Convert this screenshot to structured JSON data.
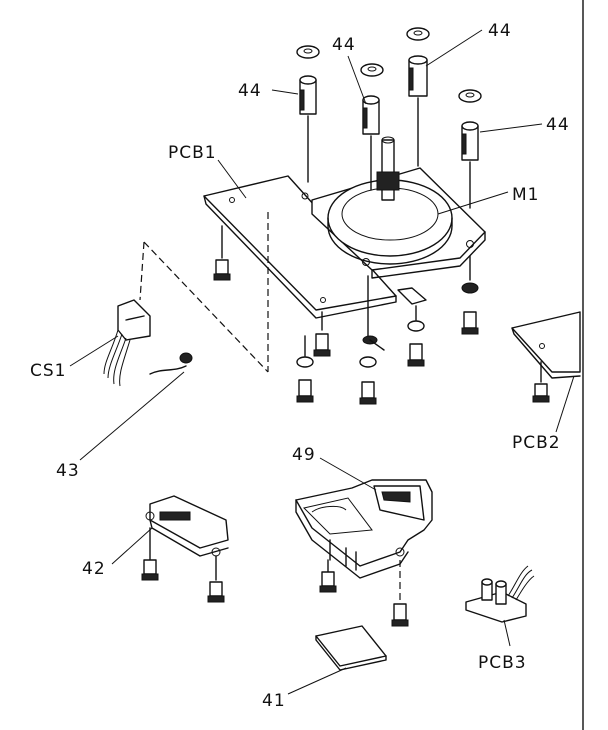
{
  "labels": {
    "pcb1": "PCB1",
    "pcb2": "PCB2",
    "pcb3": "PCB3",
    "m1": "M1",
    "cs1": "CS1",
    "p44a": "44",
    "p44b": "44",
    "p44c": "44",
    "p44d": "44",
    "p43": "43",
    "p42": "42",
    "p41": "41",
    "p49": "49"
  }
}
